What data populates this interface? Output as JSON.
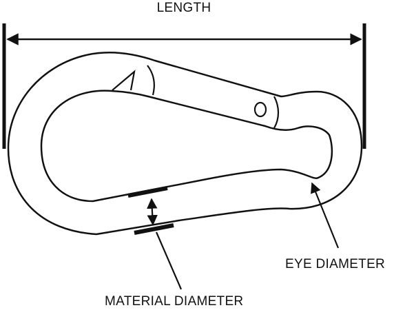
{
  "labels": {
    "length": "LENGTH",
    "eye_diameter": "EYE DIAMETER",
    "material_diameter": "MATERIAL DIAMETER"
  },
  "colors": {
    "ink": "#111111",
    "background": "#ffffff"
  }
}
